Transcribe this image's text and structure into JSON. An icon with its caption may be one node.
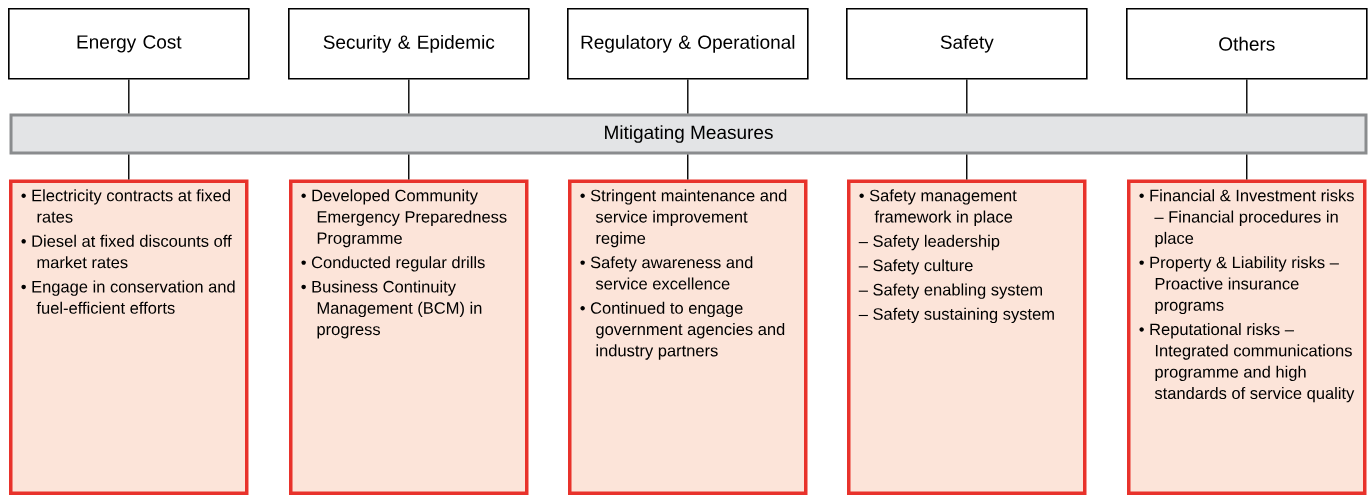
{
  "diagram": {
    "nodes": [
      {
        "text": [
          "Energy Cost"
        ]
      },
      {
        "text": [
          "Security & Epidemic"
        ]
      },
      {
        "text": [
          "Regulatory & Operational"
        ]
      },
      {
        "text": [
          "Safety"
        ]
      },
      {
        "text": [
          "Others"
        ]
      },
      {
        "text": [
          "Mitigating Measures"
        ]
      },
      {
        "text": [
          "• Electricity contracts at fixed rates",
          "• Diesel at fixed discounts off market rates",
          "• Engage in conservation and fuel-efficient efforts"
        ]
      },
      {
        "text": [
          "• Developed Community Emergency Preparedness Programme",
          "• Conducted regular drills",
          "• Business Continuity Management (BCM) in progress"
        ]
      },
      {
        "text": [
          "• Stringent maintenance and service improvement regime",
          "• Safety awareness and service excellence",
          "• Continued to engage government agencies and industry partners"
        ]
      },
      {
        "text": [
          "• Safety management framework in place",
          "– Safety leadership",
          "– Safety culture",
          "– Safety enabling system",
          "– Safety sustaining system"
        ]
      },
      {
        "text": [
          "• Financial & Investment risks – Financial procedures in place",
          "• Property & Liability risks – Proactive insurance programs",
          "• Reputational risks – Integrated communications programme and high standards of service quality"
        ]
      }
    ],
    "edges": [
      {
        "from": 0,
        "to": 5,
        "arrow": "none"
      },
      {
        "from": 1,
        "to": 5,
        "arrow": "none"
      },
      {
        "from": 2,
        "to": 5,
        "arrow": "none"
      },
      {
        "from": 3,
        "to": 5,
        "arrow": "none"
      },
      {
        "from": 4,
        "to": 5,
        "arrow": "none"
      },
      {
        "from": 5,
        "to": 6,
        "arrow": "none"
      },
      {
        "from": 5,
        "to": 7,
        "arrow": "none"
      },
      {
        "from": 5,
        "to": 8,
        "arrow": "none"
      },
      {
        "from": 5,
        "to": 9,
        "arrow": "none"
      },
      {
        "from": 5,
        "to": 10,
        "arrow": "none"
      }
    ]
  }
}
